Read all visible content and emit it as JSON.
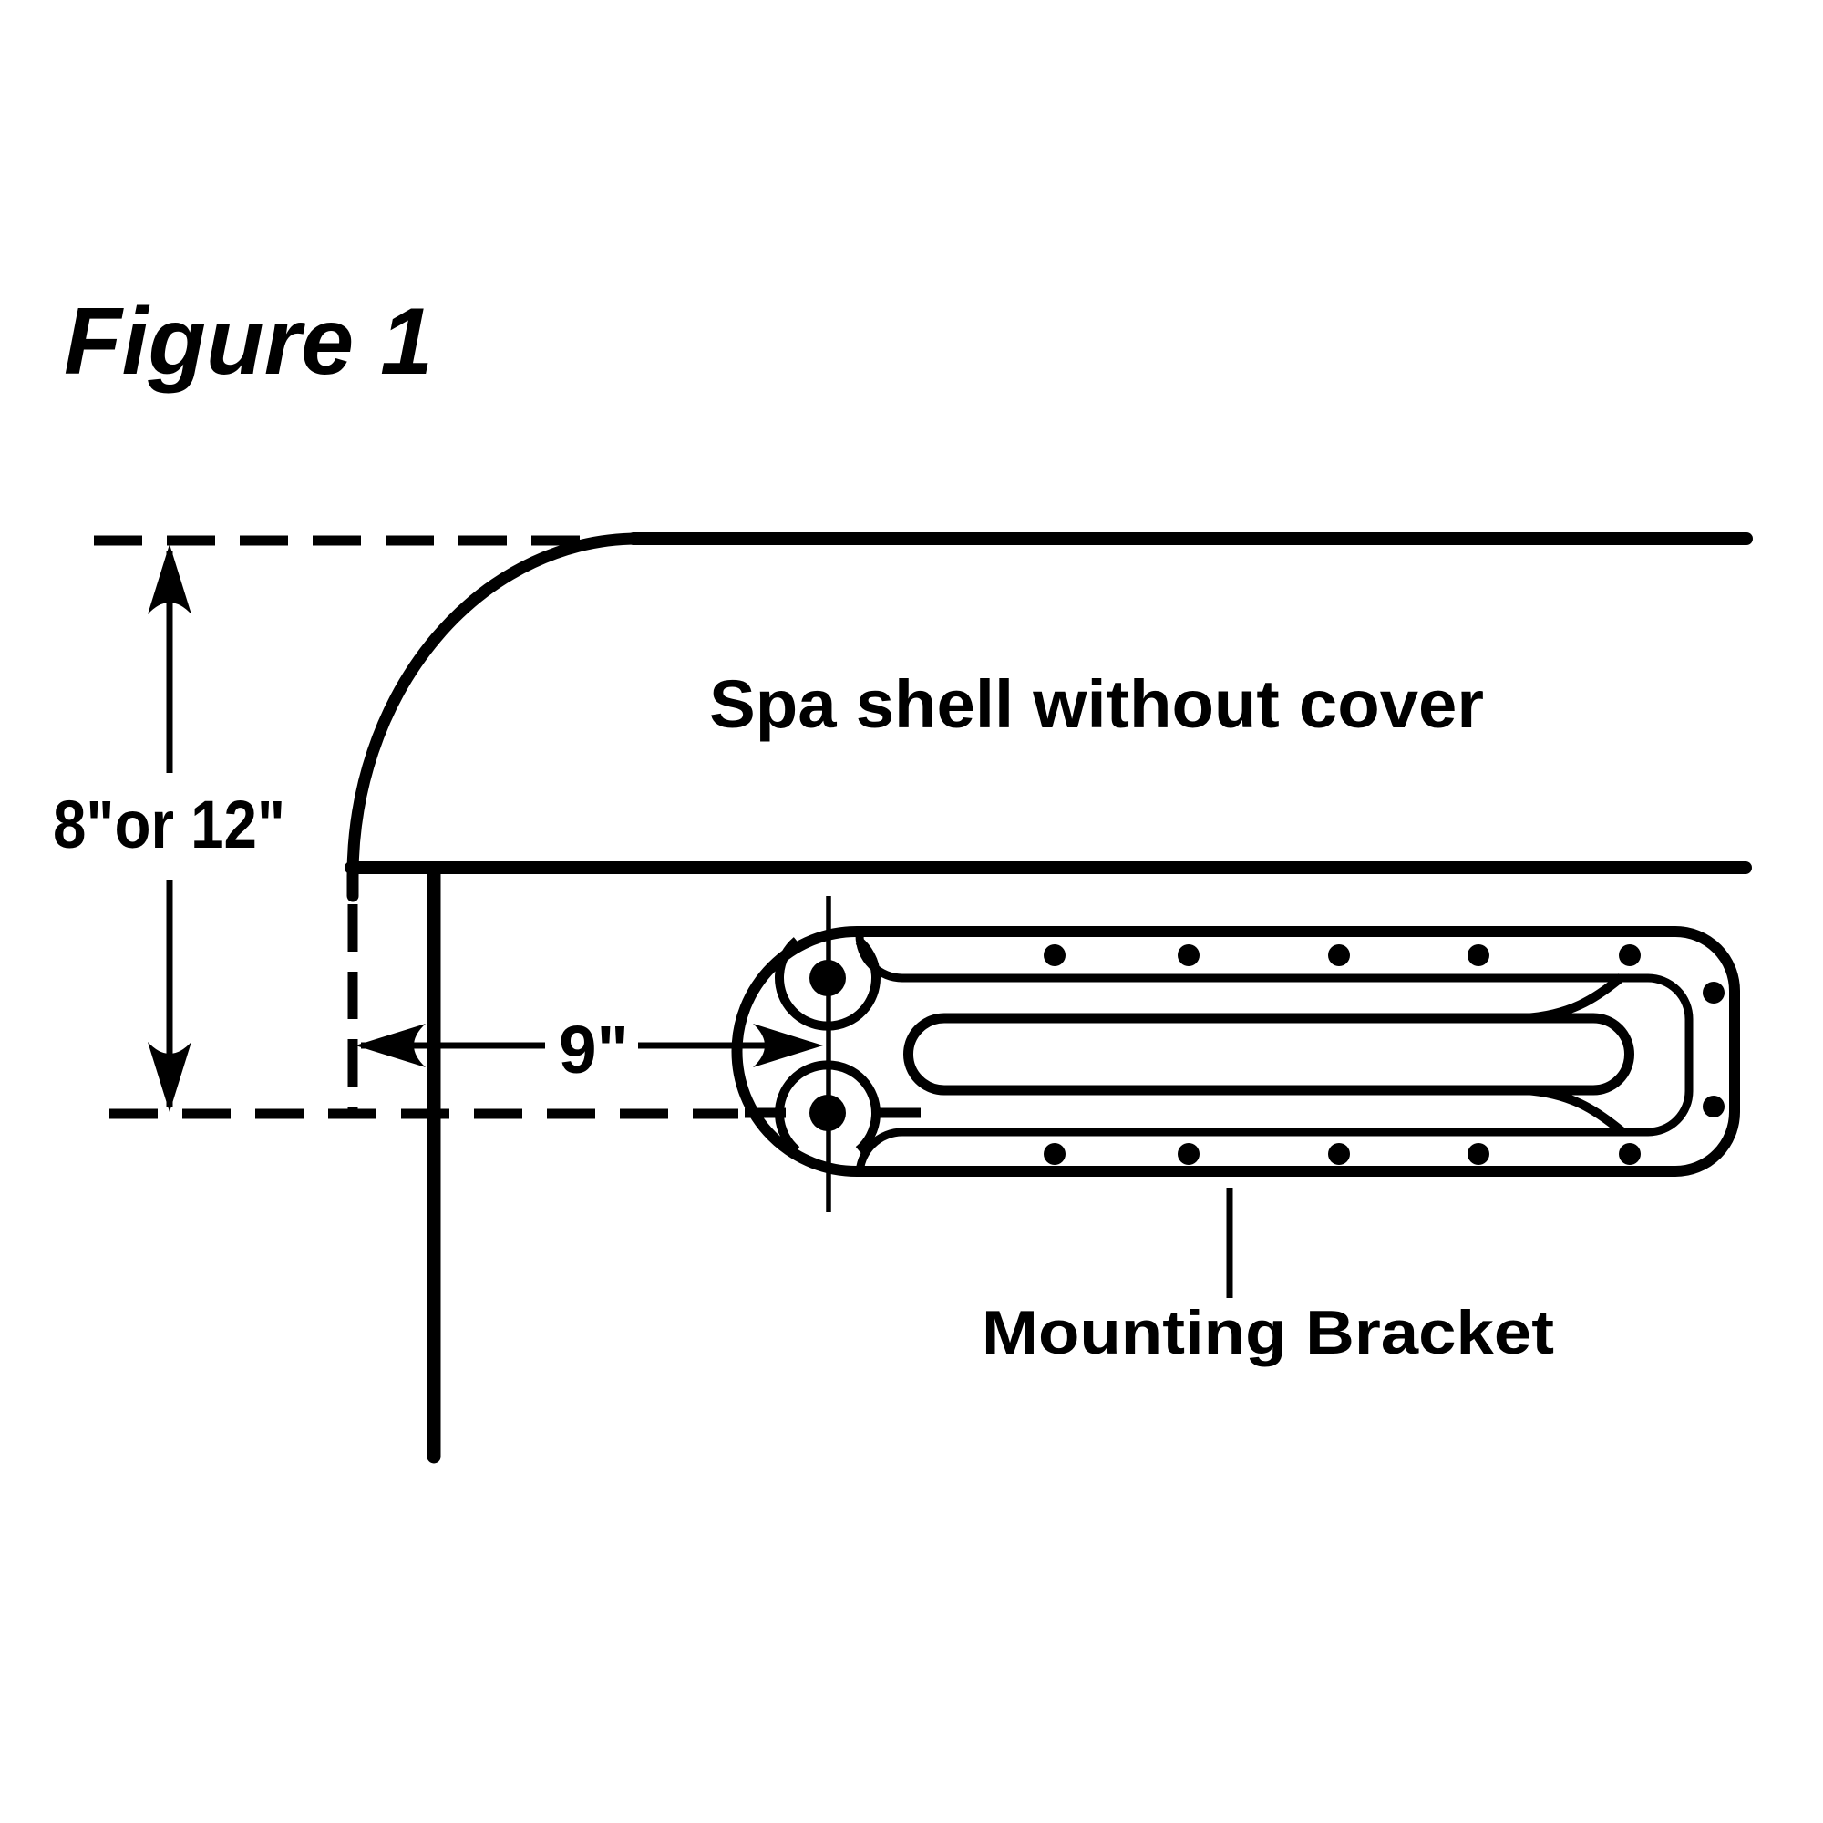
{
  "figure": {
    "title": "Figure 1"
  },
  "diagram": {
    "spa_shell_label": "Spa shell without cover",
    "mounting_bracket_label": "Mounting Bracket",
    "vertical_dimension": "8\"or 12\"",
    "horizontal_dimension": "9\""
  },
  "colors": {
    "line": "#000000",
    "background": "#ffffff"
  }
}
